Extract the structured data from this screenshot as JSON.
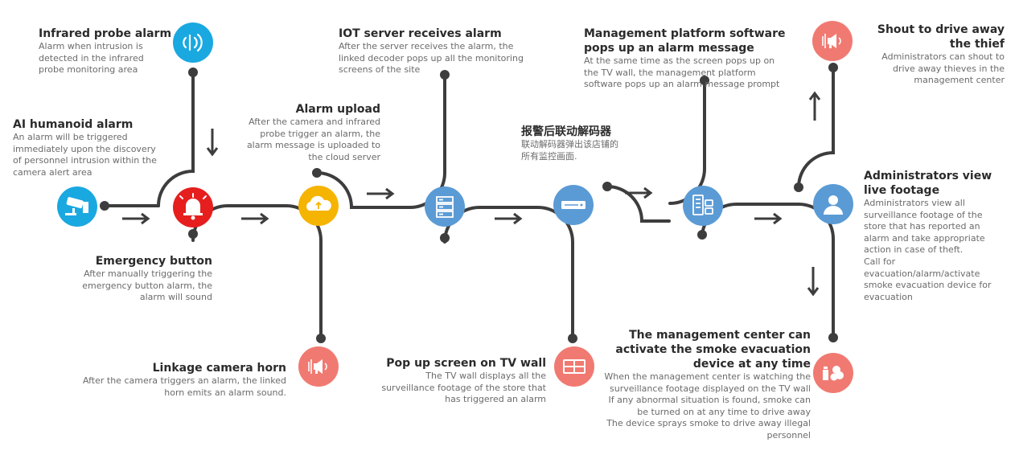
{
  "colors": {
    "line": "#3d3d3d",
    "blue": "#5b9bd5",
    "cyan": "#1aa8e0",
    "red": "#e61e1e",
    "yellow": "#f5b400",
    "salmon": "#f07a72"
  },
  "nodes": [
    {
      "name": "infrared-probe",
      "color": "cyan",
      "icon": "wifi-signal-icon"
    },
    {
      "name": "ai-camera",
      "color": "cyan",
      "icon": "cctv-camera-icon"
    },
    {
      "name": "emergency",
      "color": "red",
      "icon": "alarm-bell-icon"
    },
    {
      "name": "upload",
      "color": "yellow",
      "icon": "cloud-upload-icon"
    },
    {
      "name": "horn",
      "color": "salmon",
      "icon": "horn-speaker-icon"
    },
    {
      "name": "server",
      "color": "blue",
      "icon": "server-rack-icon"
    },
    {
      "name": "decoder",
      "color": "blue",
      "icon": "decoder-box-icon"
    },
    {
      "name": "tvwall",
      "color": "salmon",
      "icon": "tv-wall-icon"
    },
    {
      "name": "platform",
      "color": "blue",
      "icon": "platform-software-icon"
    },
    {
      "name": "admin",
      "color": "blue",
      "icon": "person-icon"
    },
    {
      "name": "shout",
      "color": "salmon",
      "icon": "horn-speaker-icon"
    },
    {
      "name": "smoke",
      "color": "salmon",
      "icon": "smoke-device-icon"
    }
  ],
  "blocks": {
    "infrared": {
      "title": "Infrared probe alarm",
      "desc": [
        "Alarm when intrusion is",
        "detected in the infrared",
        "probe monitoring area"
      ]
    },
    "ai": {
      "title": "AI humanoid alarm",
      "desc": [
        "An alarm will be triggered",
        "immediately upon the discovery",
        "of personnel intrusion within the",
        "camera alert area"
      ]
    },
    "emergency": {
      "title": "Emergency button",
      "desc": [
        "After manually triggering the",
        "emergency button alarm, the",
        "alarm will sound"
      ]
    },
    "upload": {
      "title": "Alarm upload",
      "desc": [
        "After the camera and infrared",
        "probe trigger an alarm, the",
        "alarm message is uploaded to",
        "the cloud server"
      ]
    },
    "horn": {
      "title": "Linkage camera horn",
      "desc": [
        "After the camera triggers an alarm, the linked",
        "horn emits an alarm sound."
      ]
    },
    "iot": {
      "title": "IOT server receives alarm",
      "desc": [
        "After the server receives the alarm, the",
        "linked decoder pops up all the monitoring",
        "screens of the site"
      ]
    },
    "decoder": {
      "title": "报警后联动解码器",
      "desc": [
        "联动解码器弹出该店铺的",
        "所有监控画面."
      ]
    },
    "tvwall": {
      "title": "Pop up screen on TV wall",
      "desc": [
        "The TV wall displays all the",
        "surveillance footage of the store that",
        "has triggered an alarm"
      ]
    },
    "platform": {
      "title": [
        "Management platform software",
        "pops up an alarm message"
      ],
      "desc": [
        "At the same time as the screen pops up on",
        "the TV wall, the management platform",
        "software pops up an alarm message prompt"
      ]
    },
    "shout": {
      "title": [
        "Shout to drive away",
        "the thief"
      ],
      "desc": [
        "Administrators can shout to",
        "drive away thieves in the",
        "management center"
      ]
    },
    "admin": {
      "title": [
        "Administrators view",
        "live footage"
      ],
      "desc": [
        "Administrators view all",
        "surveillance footage of the",
        "store that has reported an",
        "alarm and take appropriate",
        "action in case of theft.",
        "Call for",
        "evacuation/alarm/activate",
        "smoke evacuation device for",
        "evacuation"
      ]
    },
    "smoke": {
      "title": [
        "The management center can",
        "activate the smoke evacuation",
        "device at any time"
      ],
      "desc": [
        "When the management center is watching the",
        "surveillance footage displayed on the TV wall",
        "If any abnormal situation is found, smoke can",
        "be turned on at any time to drive away",
        "The device sprays smoke to drive away illegal",
        "personnel"
      ]
    }
  }
}
